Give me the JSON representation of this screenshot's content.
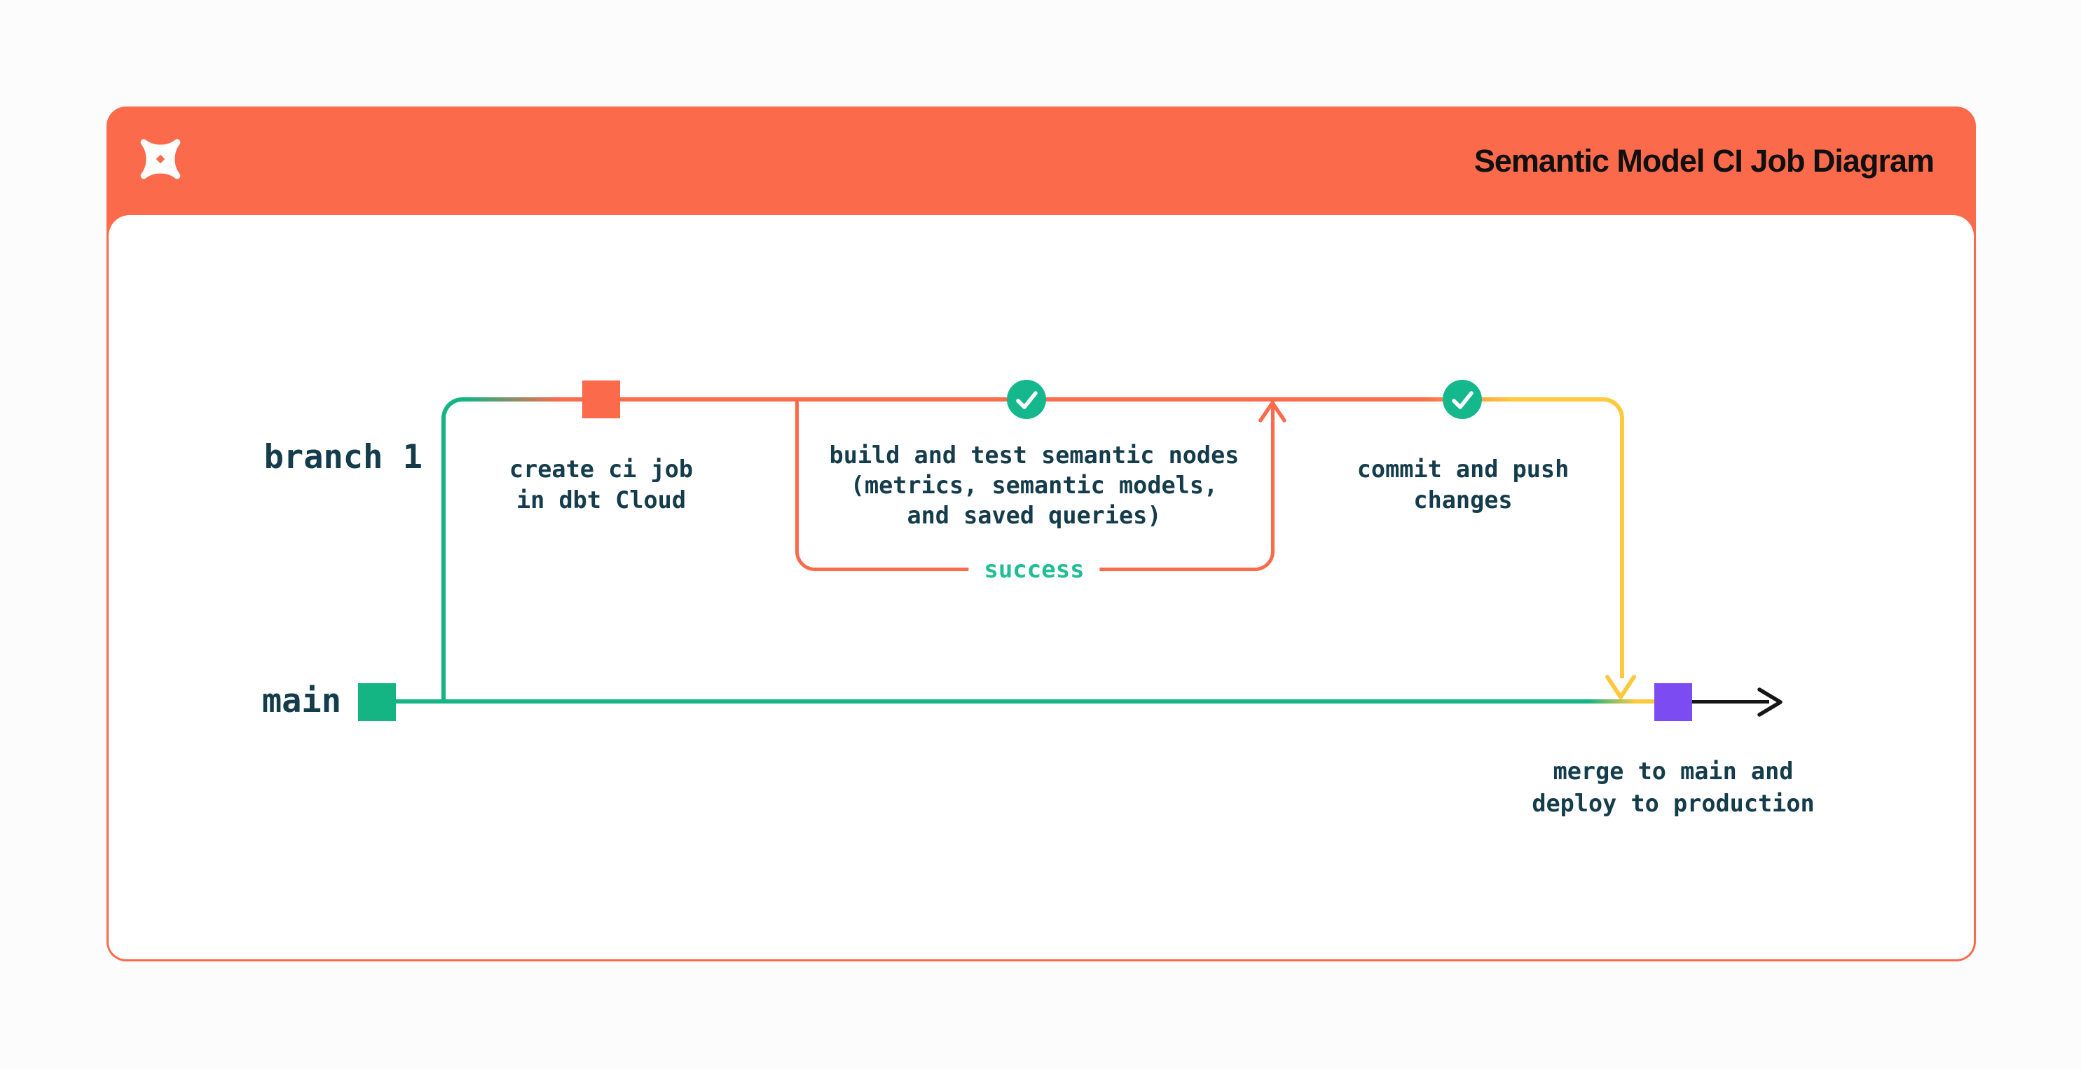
{
  "header": {
    "title": "Semantic Model CI Job Diagram",
    "logo": "dbt-logo"
  },
  "branches": {
    "branch1": "branch 1",
    "main": "main"
  },
  "steps": [
    {
      "name": "create-ci-job",
      "lines": [
        "create ci job",
        "in dbt Cloud"
      ]
    },
    {
      "name": "build-and-test",
      "lines": [
        "build and test semantic nodes",
        "(metrics, semantic models,",
        "and saved queries)"
      ],
      "loop_label": "success"
    },
    {
      "name": "commit-and-push",
      "lines": [
        "commit and push",
        "changes"
      ]
    },
    {
      "name": "merge-and-deploy",
      "lines": [
        "merge to main and",
        "deploy to production"
      ]
    }
  ],
  "colors": {
    "orange": "#FC6A4C",
    "green": "#14B483",
    "check_green": "#14B88C",
    "yellow": "#FFC93D",
    "purple": "#7C4BF2",
    "ink": "#143C4B",
    "success_text": "#1FBE94",
    "title_text": "#101010",
    "card_body": "#FFFFFF"
  }
}
